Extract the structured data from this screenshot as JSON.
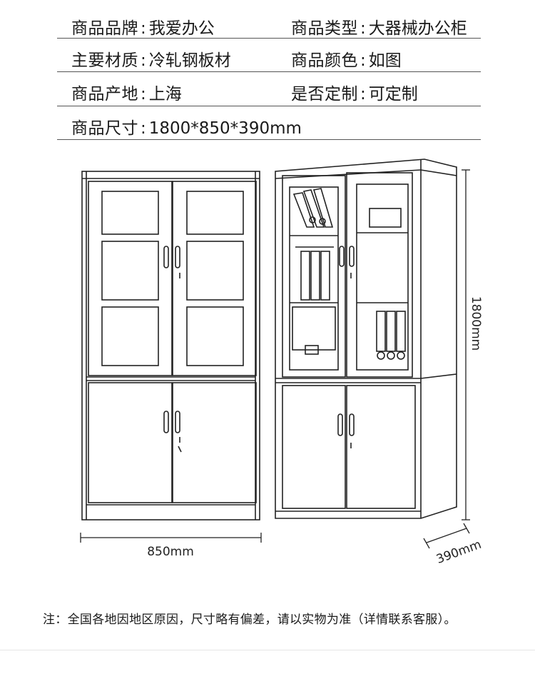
{
  "specs": [
    {
      "label": "商品品牌",
      "value": "我爱办公"
    },
    {
      "label": "商品类型",
      "value": "大器械办公柜"
    },
    {
      "label": "主要材质",
      "value": "冷轧钢板材"
    },
    {
      "label": "商品颜色",
      "value": "如图"
    },
    {
      "label": "商品产地",
      "value": "上海"
    },
    {
      "label": "是否定制",
      "value": "可定制"
    },
    {
      "label": "商品尺寸",
      "value": "1800*850*390mm"
    }
  ],
  "separator": ":",
  "dimensions": {
    "width": "850mm",
    "height": "1800mm",
    "depth": "390mm"
  },
  "note": "注：全国各地因地区原因，尺寸略有偏差，请以实物为准（详情联系客服）。"
}
